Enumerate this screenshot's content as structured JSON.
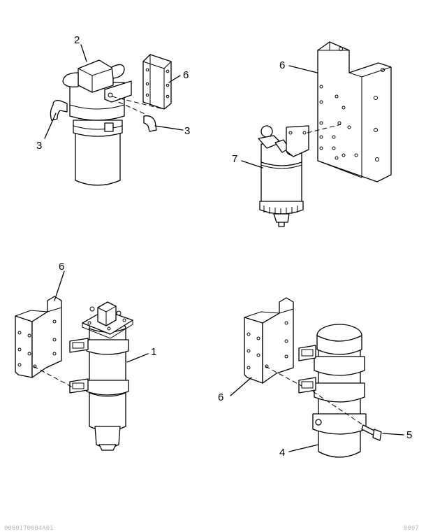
{
  "callouts": {
    "c2_top": "2",
    "c6_top": "6",
    "c3_left": "3",
    "c3_right": "3",
    "c6_mid": "6",
    "c7": "7",
    "c6_bl": "6",
    "c1": "1",
    "c6_br": "6",
    "c5": "5",
    "c4": "4"
  },
  "footer": {
    "left": "0000170004A01",
    "right": "0007"
  }
}
